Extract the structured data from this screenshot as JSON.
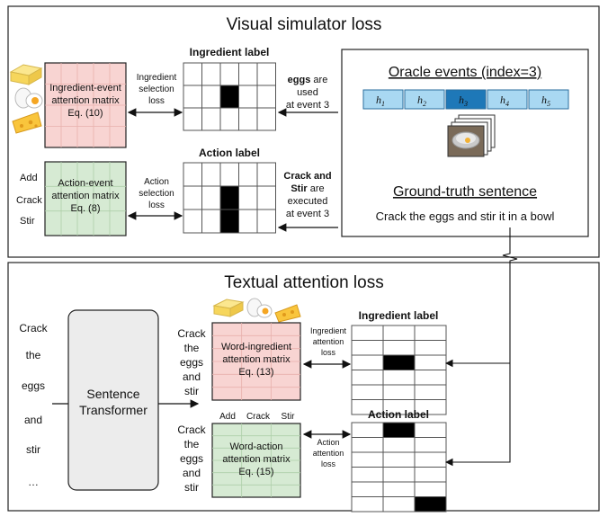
{
  "visual_panel": {
    "title": "Visual simulator loss",
    "ingredient_label_title": "Ingredient label",
    "action_label_title": "Action label",
    "ingredient_matrix": {
      "line1": "Ingredient-event",
      "line2": "attention matrix",
      "line3": "Eq. (10)"
    },
    "action_matrix": {
      "line1": "Action-event",
      "line2": "attention matrix",
      "line3": "Eq. (8)"
    },
    "action_rows": [
      "Add",
      "Crack",
      "Stir"
    ],
    "ingredient_loss": [
      "Ingredient",
      "selection",
      "loss"
    ],
    "action_loss": [
      "Action",
      "selection",
      "loss"
    ],
    "eggs_note": {
      "bold": "eggs",
      "rest1": " are",
      "line2": "used",
      "line3": "at event 3"
    },
    "crack_note": {
      "bold1": "Crack and",
      "bold2": "Stir",
      "rest2": " are",
      "line3": "executed",
      "line4": "at event 3"
    },
    "oracle_title": "Oracle events (index=3)",
    "events": [
      "h",
      "h",
      "h",
      "h",
      "h"
    ],
    "event_subscripts": [
      "1",
      "2",
      "3",
      "4",
      "5"
    ],
    "highlighted_event": 3,
    "gt_title": "Ground-truth sentence",
    "gt_sentence": "Crack the eggs and stir it in a bowl",
    "ingredient_label_grid": {
      "rows": 3,
      "cols": 5,
      "filled": [
        [
          1,
          2
        ]
      ]
    },
    "action_label_grid": {
      "rows": 3,
      "cols": 5,
      "filled": [
        [
          1,
          2
        ],
        [
          2,
          2
        ]
      ]
    }
  },
  "textual_panel": {
    "title": "Textual attention loss",
    "words": [
      "Crack",
      "the",
      "eggs",
      "and",
      "stir",
      "…"
    ],
    "transformer": [
      "Sentence",
      "Transformer"
    ],
    "word_rows": [
      "Crack",
      "the",
      "eggs",
      "and",
      "stir"
    ],
    "word_ingredient_matrix": {
      "line1": "Word-ingredient",
      "line2": "attention matrix",
      "line3": "Eq. (13)"
    },
    "word_action_matrix": {
      "line1": "Word-action",
      "line2": "attention matrix",
      "line3": "Eq. (15)"
    },
    "action_cols": [
      "Add",
      "Crack",
      "Stir"
    ],
    "ingredient_loss": [
      "Ingredient",
      "attention",
      "loss"
    ],
    "action_loss": [
      "Action",
      "attention",
      "loss"
    ],
    "ingredient_label_title": "Ingredient label",
    "action_label_title": "Action label",
    "ingredient_label_grid": {
      "rows": 6,
      "cols": 3,
      "filled": [
        [
          2,
          1
        ]
      ]
    },
    "action_label_grid": {
      "rows": 6,
      "cols": 3,
      "filled": [
        [
          0,
          1
        ],
        [
          5,
          2
        ]
      ]
    }
  },
  "colors": {
    "pink_fill": "#f8d4d2",
    "pink_grid": "#e8b0ac",
    "green_fill": "#d6ead3",
    "green_grid": "#aecfa9",
    "event_fill": "#a9d8f2",
    "event_highlight": "#1e78b8",
    "event_border": "#2a6e9e",
    "transformer_fill": "#ececec"
  }
}
